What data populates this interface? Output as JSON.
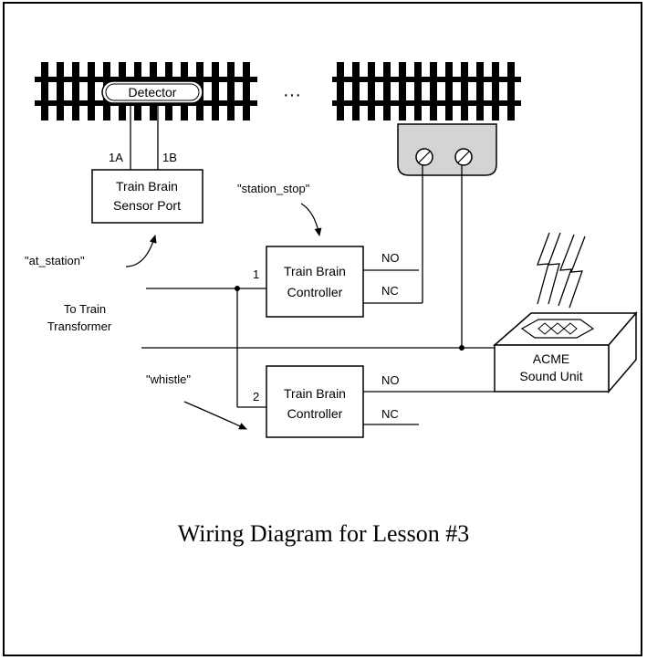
{
  "detector_label": "Detector",
  "ellipsis": "···",
  "wire_1a": "1A",
  "wire_1b": "1B",
  "sensor_port": {
    "line1": "Train Brain",
    "line2": "Sensor Port"
  },
  "quote_station_stop": "\"station_stop\"",
  "quote_at_station": "\"at_station\"",
  "controller_1": {
    "number": "1",
    "line1": "Train Brain",
    "line2": "Controller",
    "no_label": "NO",
    "nc_label": "NC"
  },
  "controller_2": {
    "number": "2",
    "line1": "Train Brain",
    "line2": "Controller",
    "no_label": "NO",
    "nc_label": "NC"
  },
  "transformer": {
    "line1": "To Train",
    "line2": "Transformer"
  },
  "quote_whistle": "\"whistle\"",
  "sound_unit": {
    "line1": "ACME",
    "line2": "Sound Unit"
  },
  "caption": "Wiring Diagram for Lesson #3"
}
